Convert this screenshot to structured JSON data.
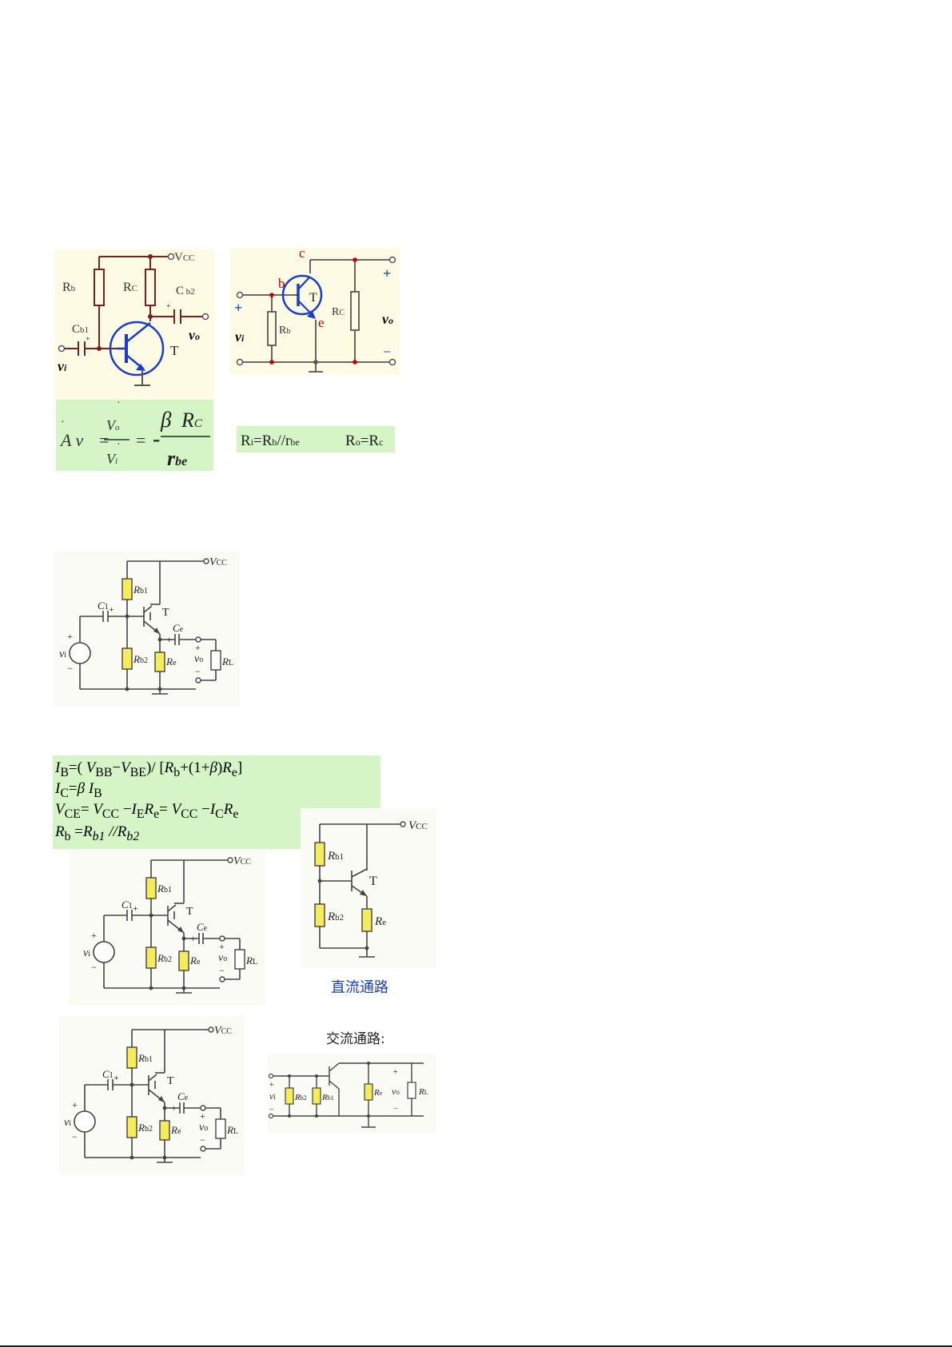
{
  "colors": {
    "diagram_bg": "#fdfbe3",
    "formula_bg": "#d6f5c6",
    "resistor_fill": "#f5ec5a",
    "transistor_blue": "#1a3cc8",
    "pin_red": "#c00000",
    "caption_blue": "#1f3fa8"
  },
  "fig1": {
    "vcc": "V",
    "vcc_sub": "CC",
    "rb": "R",
    "rb_sub": "b",
    "rc": "R",
    "rc_sub": "C",
    "cb1": "C",
    "cb1_sub": "b1",
    "cb2": "C",
    "cb2_sub": " b2",
    "t": "T",
    "vi": "v",
    "vi_sub": "i",
    "vo": "v",
    "vo_sub": "o",
    "plus": "+"
  },
  "fig2": {
    "c": "c",
    "b": "b",
    "e": "e",
    "t": "T",
    "rb": "R",
    "rb_sub": "b",
    "rc": "R",
    "rc_sub": "C",
    "vi": "v",
    "vi_sub": "i",
    "vo": "v",
    "vo_sub": "o",
    "plus": "+",
    "minus": "−"
  },
  "gain_formula": {
    "dot": "·",
    "av": "A v",
    "eq": "=",
    "vo": "V",
    "vo_sub": "o",
    "vi": "V",
    "vi_sub": "i",
    "neg": "-",
    "beta": "β",
    "rc": "R",
    "rc_sub": "C",
    "rbe": "r",
    "rbe_sub": "be"
  },
  "resistance_formula": {
    "ri_text": "R",
    "ri_sub": "i",
    "eq_rb": "=R",
    "rb_sub": "b",
    "par_r": "//r",
    "rbe_sub": "be",
    "ro_text": "R",
    "ro_sub": "o",
    "eq_rc": "=R",
    "rc_sub": "c"
  },
  "divider_circuit": {
    "vcc": "V",
    "vcc_sub": "CC",
    "rb1": "R",
    "rb1_sub": "b1",
    "rb2": "R",
    "rb2_sub": "b2",
    "re": "R",
    "re_sub": "e",
    "rl": "R",
    "rl_sub": "L",
    "c1": "C",
    "c1_sub": "1",
    "ce": "C",
    "ce_sub": "e",
    "t": "T",
    "vi": "v",
    "vi_sub": "i",
    "vo": "v",
    "vo_sub": "o",
    "plus": "+",
    "minus": "−"
  },
  "bias_formulas": {
    "line1": {
      "a": "I",
      "a_sub": "B",
      "b": "=( ",
      "c": "V",
      "c_sub": "BB",
      "d": "−",
      "e": "V",
      "e_sub": "BE",
      "f": ")/ [",
      "g": "R",
      "g_sub": "b",
      "h": "+(1+",
      "i": "β",
      "j": ")",
      "k": "R",
      "k_sub": "e",
      "l": "]"
    },
    "line2": {
      "a": "I",
      "a_sub": "C",
      "b": "=",
      "c": "β",
      "d": " I",
      "d_sub": "B"
    },
    "line3": {
      "a": "V",
      "a_sub": "CE",
      "b": "= ",
      "c": "V",
      "c_sub": "CC",
      "d": " −",
      "e": "I",
      "e_sub": "E",
      "f": "R",
      "f_sub": "e",
      "g": "= ",
      "h": "V",
      "h_sub": "CC",
      "i": " −",
      "j": "I",
      "j_sub": "C",
      "k": "R",
      "k_sub": "e"
    },
    "line4": {
      "a": "R",
      "a_sub": "b",
      "b": " =",
      "c": "R",
      "c_sub": "b1",
      "d": " //",
      "e": "R",
      "e_sub": "b2"
    }
  },
  "dc_path": {
    "caption": "直流通路"
  },
  "ac_path": {
    "caption": "交流通路:"
  }
}
